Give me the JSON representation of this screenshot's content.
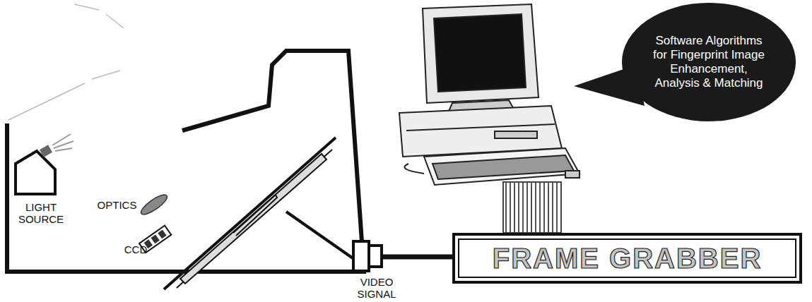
{
  "diagram": {
    "nodes": [
      {
        "text": [
          "Software Algorithms for Fingerprint Image Enhancement, Analysis & Matching"
        ]
      },
      {
        "text": [
          "FRAME GRABBER"
        ]
      }
    ],
    "labels": [
      "LIGHT SOURCE",
      "OPTICS",
      "CCD",
      "VIDEO SIGNAL"
    ]
  }
}
